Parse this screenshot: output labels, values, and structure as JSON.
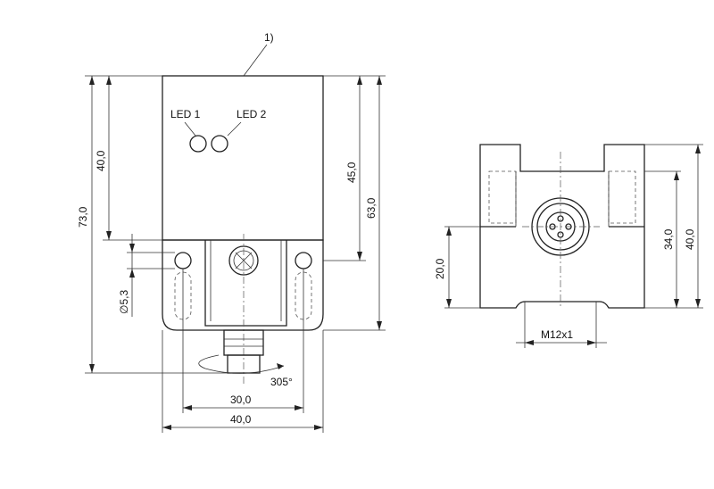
{
  "labels": {
    "note_marker": "1)",
    "led1": "LED 1",
    "led2": "LED 2",
    "dim_overall_height": "73,0",
    "dim_upper_height": "40,0",
    "dim_hole_diameter": "∅5,3",
    "dim_45": "45,0",
    "dim_63": "63,0",
    "dim_rotation": "305°",
    "dim_hole_spacing": "30,0",
    "dim_width": "40,0",
    "dim_side_height_20": "20,0",
    "dim_side_height_34": "34,0",
    "dim_side_height_40": "40,0",
    "dim_thread": "M12x1"
  }
}
